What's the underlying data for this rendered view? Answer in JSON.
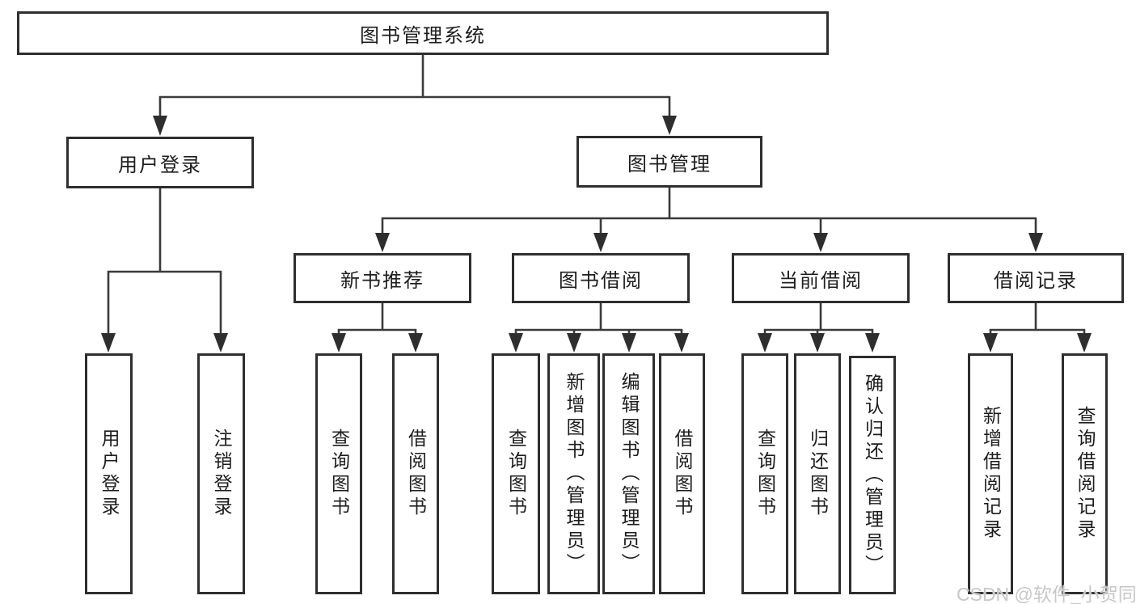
{
  "diagram": {
    "root": {
      "label": "图书管理系统"
    },
    "branches": [
      {
        "label": "用户登录",
        "children": [
          {
            "label": "用户登录"
          },
          {
            "label": "注销登录"
          }
        ]
      },
      {
        "label": "图书管理",
        "children": [
          {
            "label": "新书推荐",
            "children": [
              {
                "label": "查询图书"
              },
              {
                "label": "借阅图书"
              }
            ]
          },
          {
            "label": "图书借阅",
            "children": [
              {
                "label": "查询图书"
              },
              {
                "label": "新增图书（管理员）"
              },
              {
                "label": "编辑图书（管理员）"
              },
              {
                "label": "借阅图书"
              }
            ]
          },
          {
            "label": "当前借阅",
            "children": [
              {
                "label": "查询图书"
              },
              {
                "label": "归还图书"
              },
              {
                "label": "确认归还（管理员）"
              }
            ]
          },
          {
            "label": "借阅记录",
            "children": [
              {
                "label": "新增借阅记录"
              },
              {
                "label": "查询借阅记录"
              }
            ]
          }
        ]
      }
    ]
  },
  "watermark": {
    "text": "CSDN @软件_小贺同学"
  },
  "colors": {
    "line": "#3a3a3a",
    "box_border": "#2e2e2e",
    "text": "#1d1d1d",
    "watermark": "#c7c7c7",
    "background": "#ffffff"
  }
}
